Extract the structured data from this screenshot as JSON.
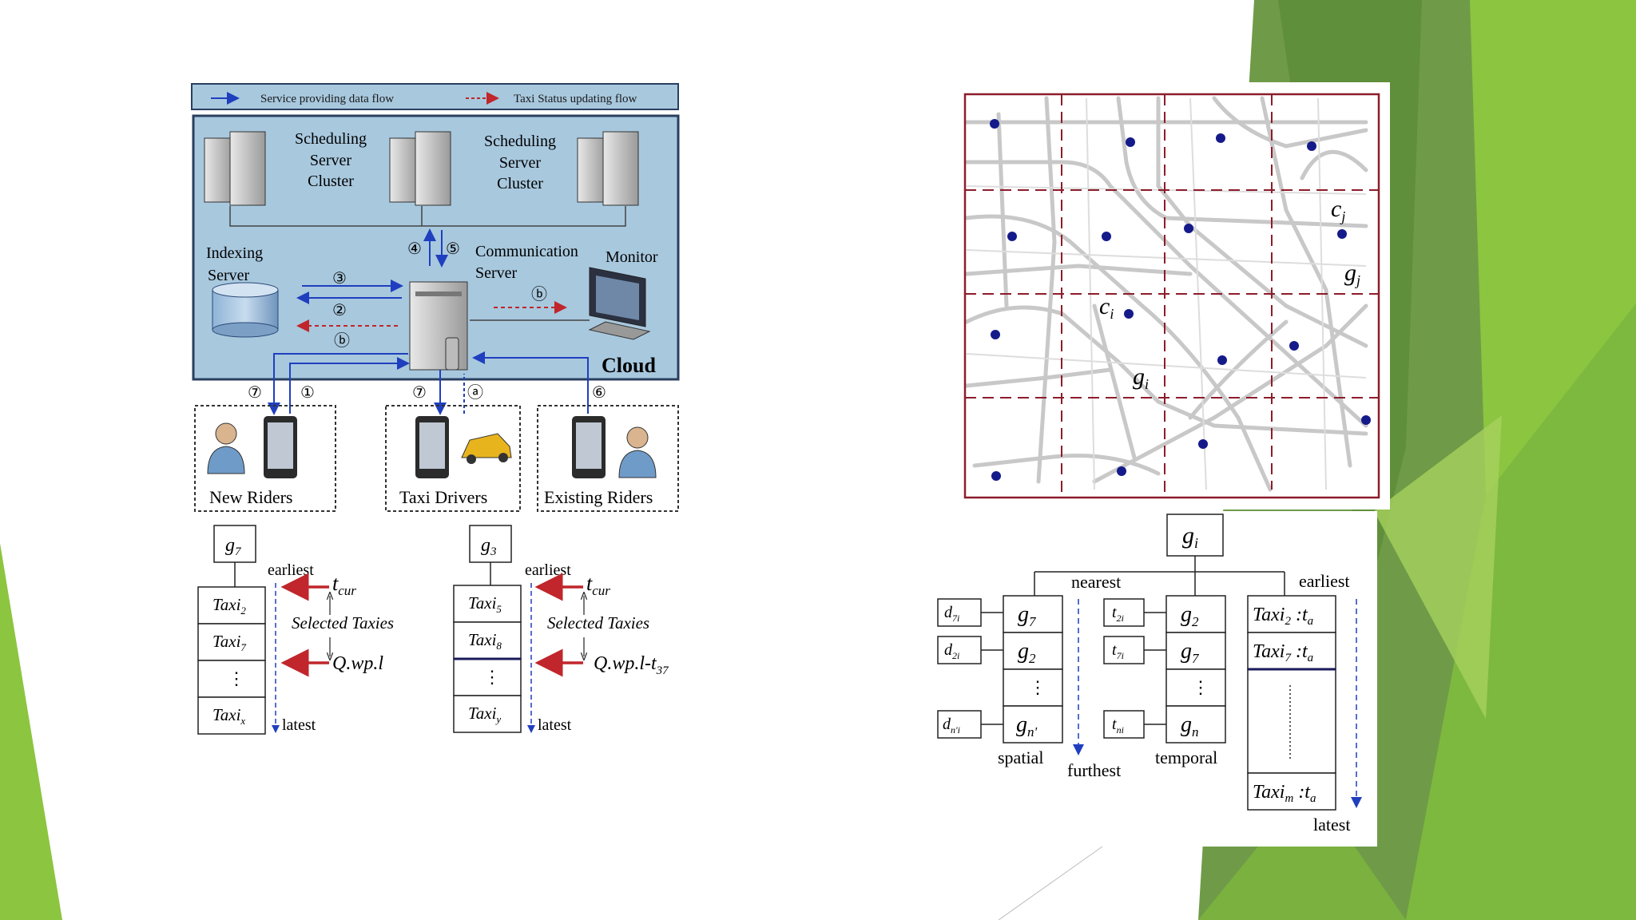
{
  "colors": {
    "green_light": "#8cc540",
    "green_mid": "#76b043",
    "green_dark": "#5f8f3a",
    "cloud_bg": "#a8c8de",
    "flow_blue": "#1f3fbf",
    "flow_red": "#c0262b",
    "dot_blue": "#151a8a",
    "grid_red": "#8c1d2a"
  },
  "architecture": {
    "legend_service": "Service providing data flow",
    "legend_status": "Taxi Status updating flow",
    "cluster1_l1": "Scheduling",
    "cluster1_l2": "Server",
    "cluster1_l3": "Cluster",
    "cluster2_l1": "Scheduling",
    "cluster2_l2": "Server",
    "cluster2_l3": "Cluster",
    "indexing_l1": "Indexing",
    "indexing_l2": "Server",
    "comm_l1": "Communication",
    "comm_l2": "Server",
    "monitor": "Monitor",
    "cloud": "Cloud",
    "n1": "①",
    "n2": "②",
    "n3": "③",
    "n4": "④",
    "n5": "⑤",
    "n6": "⑥",
    "n7a": "⑦",
    "n7b": "⑦",
    "na": "ⓐ",
    "nb1": "ⓑ",
    "nb2": "ⓑ",
    "new_riders": "New Riders",
    "taxi_drivers": "Taxi Drivers",
    "existing_riders": "Existing Riders"
  },
  "list_g7": {
    "head": "g",
    "head_sub": "7",
    "rows": [
      {
        "base": "Taxi",
        "sub": "2"
      },
      {
        "base": "Taxi",
        "sub": "7"
      },
      {
        "base": "⋮",
        "sub": ""
      },
      {
        "base": "Taxi",
        "sub": "x"
      }
    ],
    "earliest": "earliest",
    "latest": "latest",
    "tcur": "t",
    "tcur_sub": "cur",
    "selected": "Selected Taxies",
    "query": "Q.wp.l"
  },
  "list_g3": {
    "head": "g",
    "head_sub": "3",
    "rows": [
      {
        "base": "Taxi",
        "sub": "5"
      },
      {
        "base": "Taxi",
        "sub": "8"
      },
      {
        "base": "⋮",
        "sub": ""
      },
      {
        "base": "Taxi",
        "sub": "y"
      }
    ],
    "earliest": "earliest",
    "latest": "latest",
    "tcur": "t",
    "tcur_sub": "cur",
    "selected": "Selected Taxies",
    "query": "Q.wp.l-t",
    "query_sub": "37"
  },
  "grid_map": {
    "ci": "c",
    "ci_sub": "i",
    "cj": "c",
    "cj_sub": "j",
    "gi": "g",
    "gi_sub": "i",
    "gj": "g",
    "gj_sub": "j"
  },
  "index_tree": {
    "root": "g",
    "root_sub": "i",
    "nearest": "nearest",
    "furthest": "furthest",
    "earliest": "earliest",
    "latest": "latest",
    "spatial": "spatial",
    "temporal": "temporal",
    "spatial_rows": [
      {
        "key": "d",
        "key_sub": "7i",
        "val": "g",
        "val_sub": "7"
      },
      {
        "key": "d",
        "key_sub": "2i",
        "val": "g",
        "val_sub": "2"
      },
      {
        "key": "",
        "key_sub": "",
        "val": "⋮",
        "val_sub": ""
      },
      {
        "key": "d",
        "key_sub": "n'i",
        "val": "g",
        "val_sub": "n'"
      }
    ],
    "temporal_rows": [
      {
        "key": "t",
        "key_sub": "2i",
        "val": "g",
        "val_sub": "2"
      },
      {
        "key": "t",
        "key_sub": "7i",
        "val": "g",
        "val_sub": "7"
      },
      {
        "key": "",
        "key_sub": "",
        "val": "⋮",
        "val_sub": ""
      },
      {
        "key": "t",
        "key_sub": "ni",
        "val": "g",
        "val_sub": "n"
      }
    ],
    "taxi_rows": [
      {
        "base": "Taxi",
        "sub": "2",
        "tail": " :t",
        "tail_sub": "a"
      },
      {
        "base": "Taxi",
        "sub": "7",
        "tail": " :t",
        "tail_sub": "a"
      },
      {
        "base": "⋮",
        "sub": "",
        "tail": "",
        "tail_sub": ""
      },
      {
        "base": "Taxi",
        "sub": "m",
        "tail": " :t",
        "tail_sub": "a"
      }
    ]
  }
}
